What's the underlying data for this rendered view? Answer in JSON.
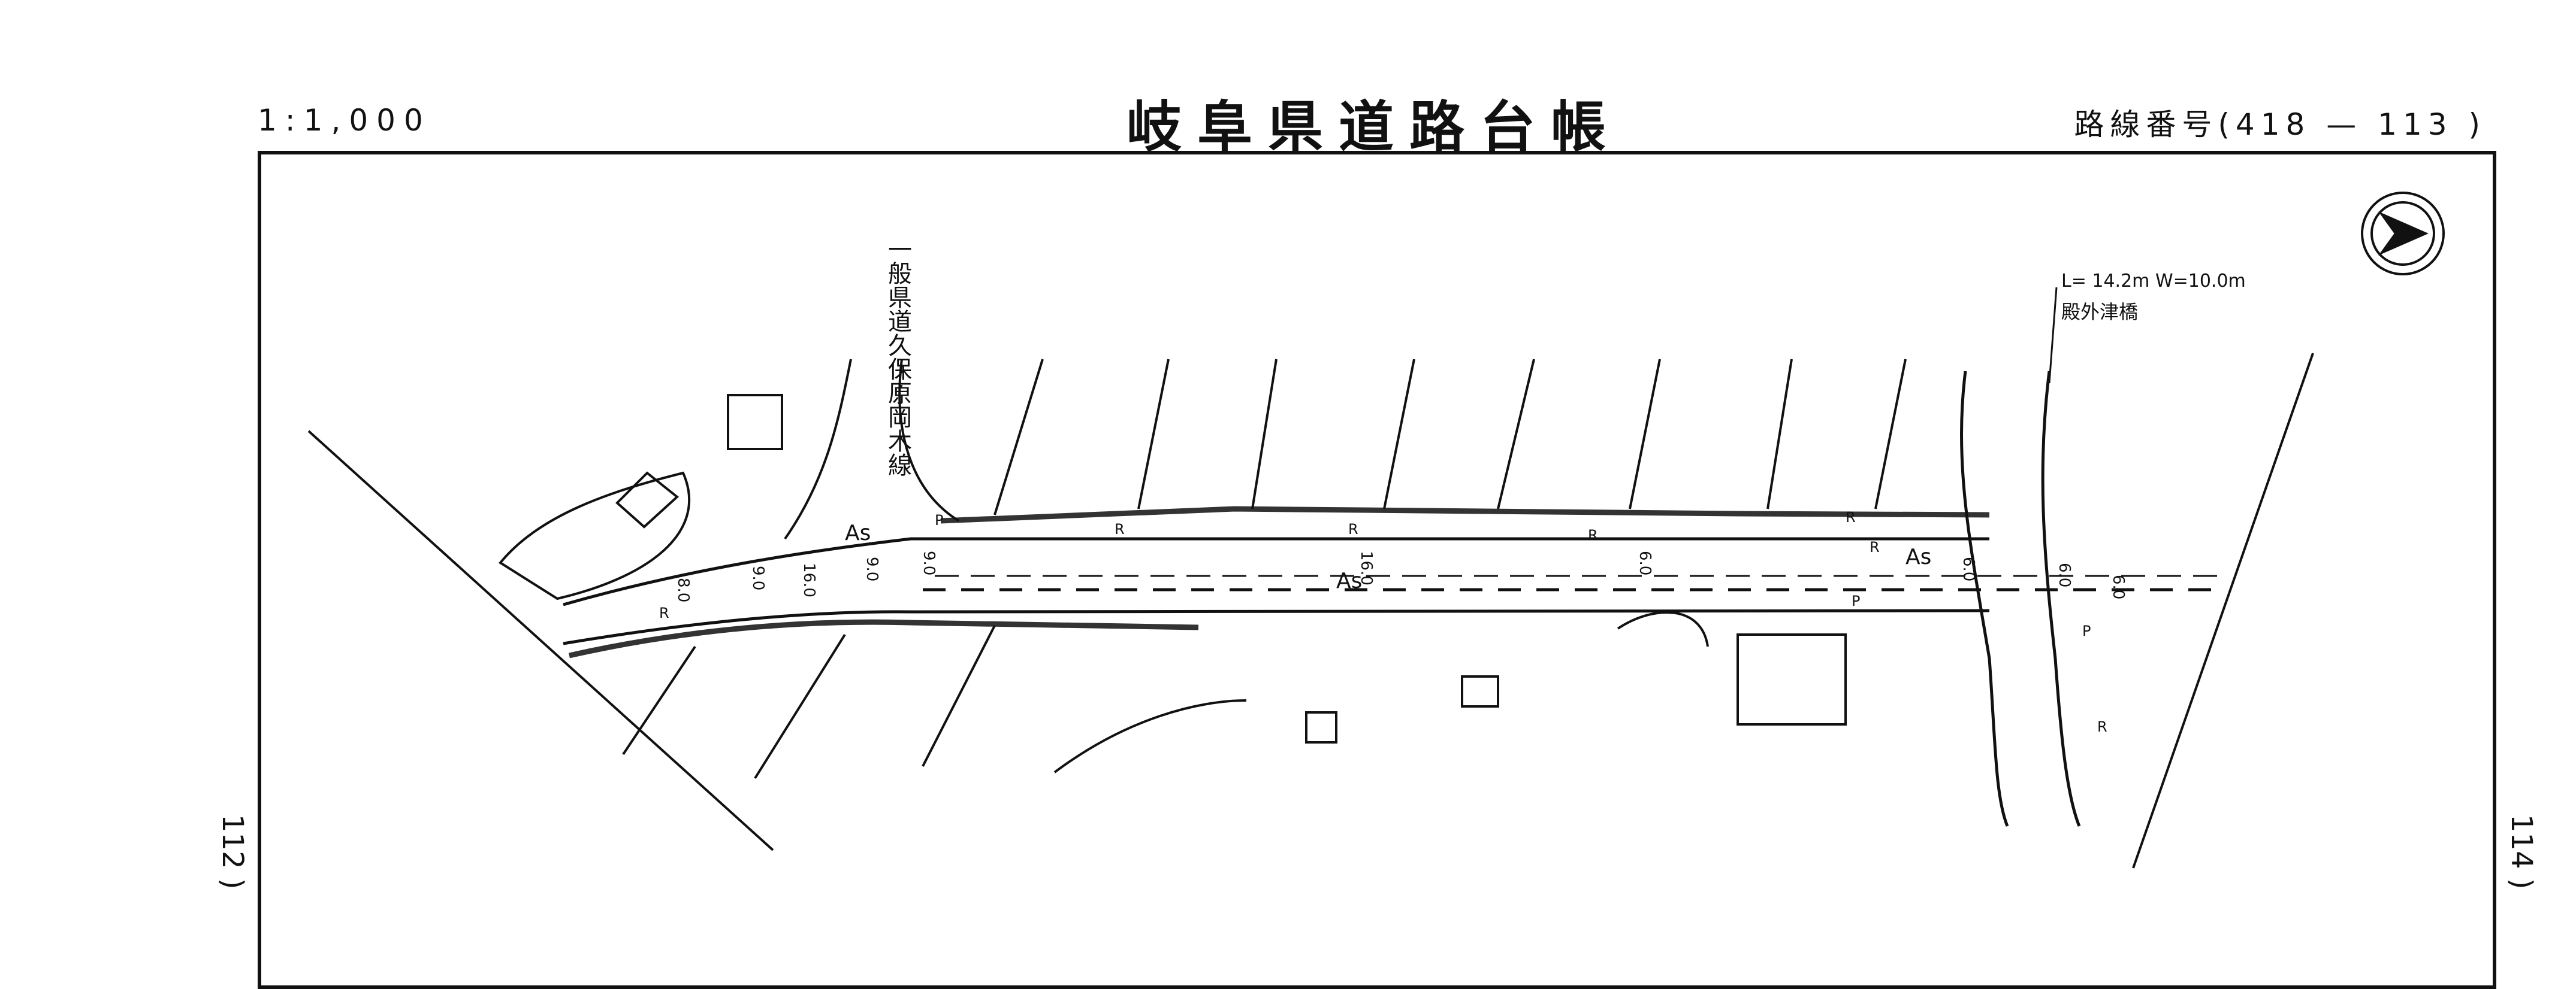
{
  "header": {
    "scale": "1:1,000",
    "title": "岐阜県道路台帳",
    "route_number": "路線番号(418 — 113 )"
  },
  "side_labels": {
    "left": "112 )",
    "right": "114 )"
  },
  "map": {
    "bridge_dims": "L= 14.2m  W=10.0m",
    "bridge_name": "殿外津橋",
    "side_road_name": "一般県道久保原岡木線",
    "surface_labels": [
      "As",
      "As",
      "As"
    ],
    "width_marks": [
      "8.0",
      "9.0",
      "16.0",
      "9.0",
      "9.0",
      "16.0",
      "6.0",
      "6.0",
      "6.0",
      "6.0"
    ],
    "feature_letters": [
      "R",
      "P",
      "R",
      "R",
      "R",
      "R",
      "R",
      "P",
      "R",
      "P"
    ]
  },
  "colors": {
    "ink": "#111111",
    "paper": "#ffffff"
  }
}
